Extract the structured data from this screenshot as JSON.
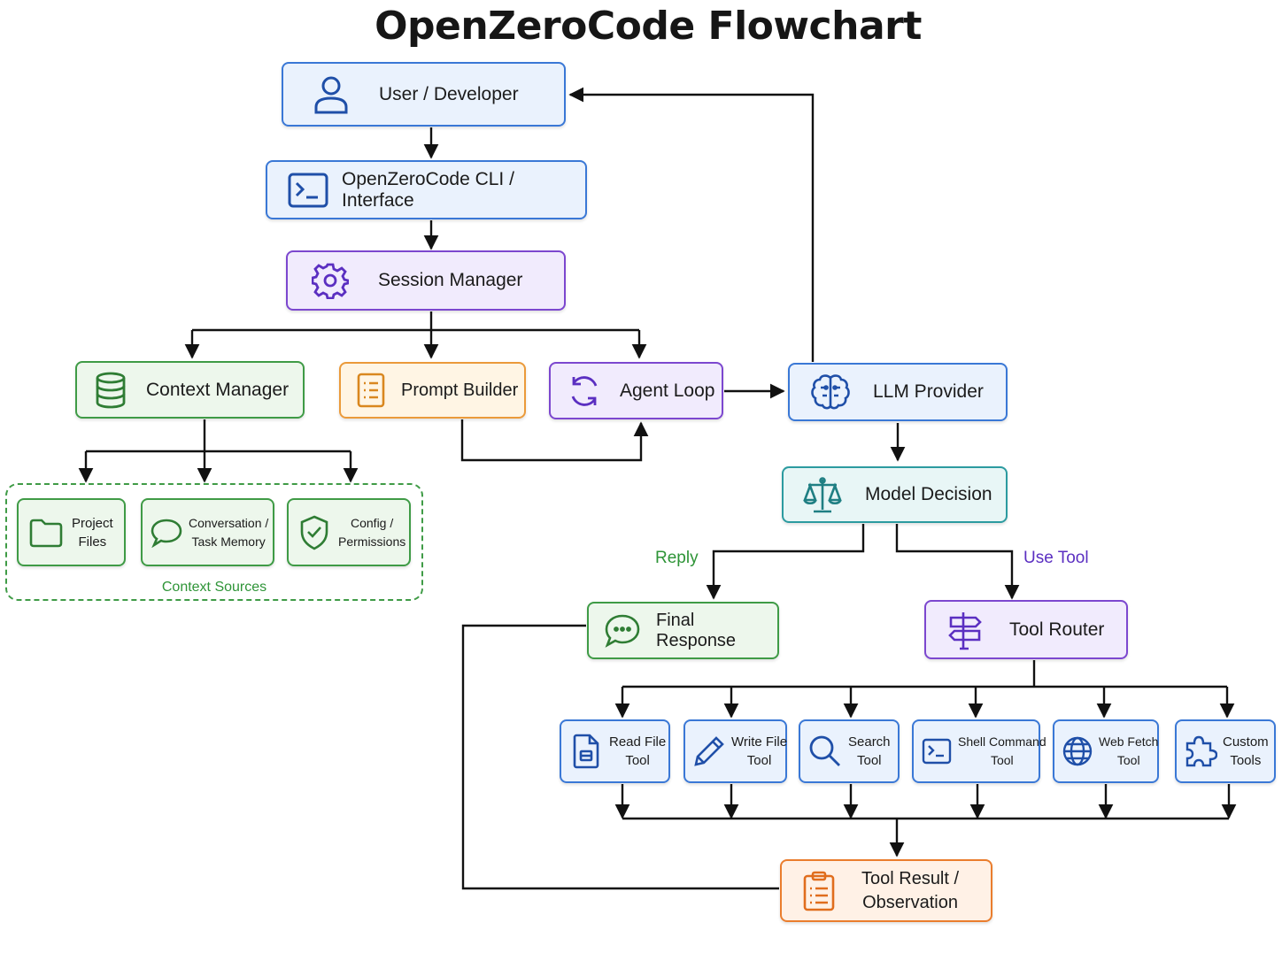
{
  "title": "OpenZeroCode Flowchart",
  "colors": {
    "blue": "#3a78d6",
    "purple": "#7c47cf",
    "green": "#3f9b46",
    "orange": "#eb9a3a",
    "teal": "#2c9ba0",
    "orange_dark": "#ea7d2d",
    "reply_label": "#2e9437",
    "use_tool_label": "#5b2fc1",
    "wire": "#111111"
  },
  "nodes": {
    "user": {
      "label": "User / Developer",
      "icon": "user-icon"
    },
    "cli": {
      "label": "OpenZeroCode CLI / Interface",
      "icon": "terminal-icon"
    },
    "session": {
      "label": "Session Manager",
      "icon": "gear-icon"
    },
    "context": {
      "label": "Context Manager",
      "icon": "database-icon"
    },
    "prompt": {
      "label": "Prompt Builder",
      "icon": "document-list-icon"
    },
    "agent": {
      "label": "Agent Loop",
      "icon": "refresh-icon"
    },
    "llm": {
      "label": "LLM Provider",
      "icon": "brain-icon"
    },
    "decision": {
      "label": "Model Decision",
      "icon": "scales-icon"
    },
    "final": {
      "label": "Final Response",
      "icon": "chat-bubble-icon"
    },
    "router": {
      "label": "Tool Router",
      "icon": "signpost-icon"
    },
    "result": {
      "label": "Tool Result /\nObservation",
      "icon": "clipboard-icon"
    }
  },
  "context_sources": {
    "label": "Context Sources",
    "items": [
      {
        "label": "Project\nFiles",
        "icon": "folder-icon"
      },
      {
        "label": "Conversation /\nTask Memory",
        "icon": "speech-bubble-icon"
      },
      {
        "label": "Config /\nPermissions",
        "icon": "shield-check-icon"
      }
    ]
  },
  "tools": [
    {
      "label": "Read File\nTool",
      "icon": "file-icon"
    },
    {
      "label": "Write File\nTool",
      "icon": "pencil-icon"
    },
    {
      "label": "Search\nTool",
      "icon": "magnifier-icon"
    },
    {
      "label": "Shell Command\nTool",
      "icon": "terminal-icon"
    },
    {
      "label": "Web Fetch\nTool",
      "icon": "globe-icon"
    },
    {
      "label": "Custom\nTools",
      "icon": "puzzle-icon"
    }
  ],
  "edge_labels": {
    "reply": "Reply",
    "use_tool": "Use Tool"
  }
}
